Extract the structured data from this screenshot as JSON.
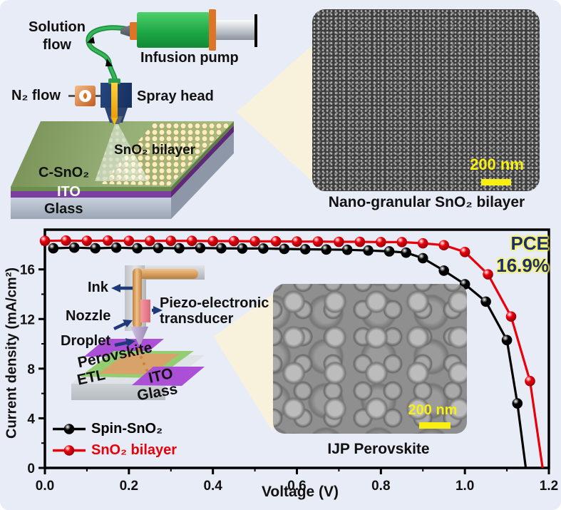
{
  "figure": {
    "background": "#e8ecf6",
    "zoom_cone_color": "#f8f2dd"
  },
  "spray_schematic": {
    "solution_flow_line1": "Solution",
    "solution_flow_line2": "flow",
    "infusion_pump_label": "Infusion pump",
    "n2_flow_label": "N₂ flow",
    "spray_head_label": "Spray head",
    "sno2_bilayer_label": "SnO₂ bilayer",
    "c_sno2_label": "C-SnO₂",
    "ito_label": "ITO",
    "glass_label": "Glass"
  },
  "sem_top": {
    "scale_bar_label": "200 nm",
    "scale_bar_color": "#f9f011",
    "caption": "Nano-granular SnO₂ bilayer"
  },
  "inkjet_schematic": {
    "ink_label": "Ink",
    "nozzle_label": "Nozzle",
    "droplet_label": "Droplet",
    "piezo_label_line1": "Piezo-electronic",
    "piezo_label_line2": "transducer",
    "perovskite_label": "Perovskite",
    "etl_label": "ETL",
    "ito_label": "ITO",
    "glass_label": "Glass",
    "arrow_color": "#1e3a7a"
  },
  "sem_inset": {
    "scale_bar_label": "200 nm",
    "scale_bar_color": "#f9f011",
    "caption": "IJP Perovskite"
  },
  "chart_data": {
    "type": "line",
    "xlabel": "Voltage (V)",
    "ylabel": "Current density (mA/cm²)",
    "xlim": [
      0,
      1.2
    ],
    "ylim": [
      0,
      19.2
    ],
    "x_ticks": {
      "values": [
        0,
        0.2,
        0.4,
        0.6,
        0.8,
        1.0,
        1.2
      ],
      "labels": [
        "0.0",
        "0.2",
        "0.4",
        "0.6",
        "0.8",
        "1.0",
        "1.2"
      ],
      "minor": [
        0.1,
        0.3,
        0.5,
        0.7,
        0.9,
        1.1
      ]
    },
    "y_ticks": {
      "values": [
        0,
        4,
        8,
        12,
        16
      ],
      "labels": [
        "0",
        "4",
        "8",
        "12",
        "16"
      ],
      "minor": [
        2,
        6,
        10,
        14,
        18
      ]
    },
    "grid": false,
    "legend_position": "lower-left",
    "annotation": {
      "line1": "PCE",
      "line2": "16.9%",
      "text_color": "#1b2f6e",
      "halo_color": "#f8f257"
    },
    "series": [
      {
        "name": "Spin-SnO₂",
        "color": "#000000",
        "color_dark": "#000000",
        "points": [
          [
            0.02,
            17.7
          ],
          [
            0.07,
            17.75
          ],
          [
            0.12,
            17.7
          ],
          [
            0.17,
            17.75
          ],
          [
            0.22,
            17.7
          ],
          [
            0.27,
            17.72
          ],
          [
            0.32,
            17.7
          ],
          [
            0.37,
            17.72
          ],
          [
            0.42,
            17.7
          ],
          [
            0.47,
            17.68
          ],
          [
            0.52,
            17.68
          ],
          [
            0.57,
            17.65
          ],
          [
            0.62,
            17.62
          ],
          [
            0.67,
            17.6
          ],
          [
            0.72,
            17.58
          ],
          [
            0.77,
            17.52
          ],
          [
            0.82,
            17.45
          ],
          [
            0.86,
            17.35
          ],
          [
            0.9,
            16.9
          ],
          [
            0.95,
            15.9
          ],
          [
            1.0,
            14.8
          ],
          [
            1.05,
            13.4
          ],
          [
            1.1,
            10.3
          ],
          [
            1.125,
            5.2
          ],
          [
            1.145,
            0
          ]
        ]
      },
      {
        "name": "SnO₂ bilayer",
        "color": "#e8000b",
        "color_dark": "#8f0008",
        "points": [
          [
            0.0,
            18.3
          ],
          [
            0.05,
            18.32
          ],
          [
            0.1,
            18.3
          ],
          [
            0.15,
            18.32
          ],
          [
            0.2,
            18.3
          ],
          [
            0.25,
            18.3
          ],
          [
            0.3,
            18.3
          ],
          [
            0.35,
            18.3
          ],
          [
            0.4,
            18.28
          ],
          [
            0.45,
            18.28
          ],
          [
            0.5,
            18.26
          ],
          [
            0.55,
            18.26
          ],
          [
            0.6,
            18.24
          ],
          [
            0.65,
            18.24
          ],
          [
            0.7,
            18.22
          ],
          [
            0.75,
            18.22
          ],
          [
            0.8,
            18.2
          ],
          [
            0.85,
            18.2
          ],
          [
            0.9,
            18.1
          ],
          [
            0.95,
            17.95
          ],
          [
            1.0,
            17.4
          ],
          [
            1.055,
            15.6
          ],
          [
            1.11,
            12.2
          ],
          [
            1.155,
            7.0
          ],
          [
            1.185,
            0
          ]
        ]
      }
    ]
  }
}
